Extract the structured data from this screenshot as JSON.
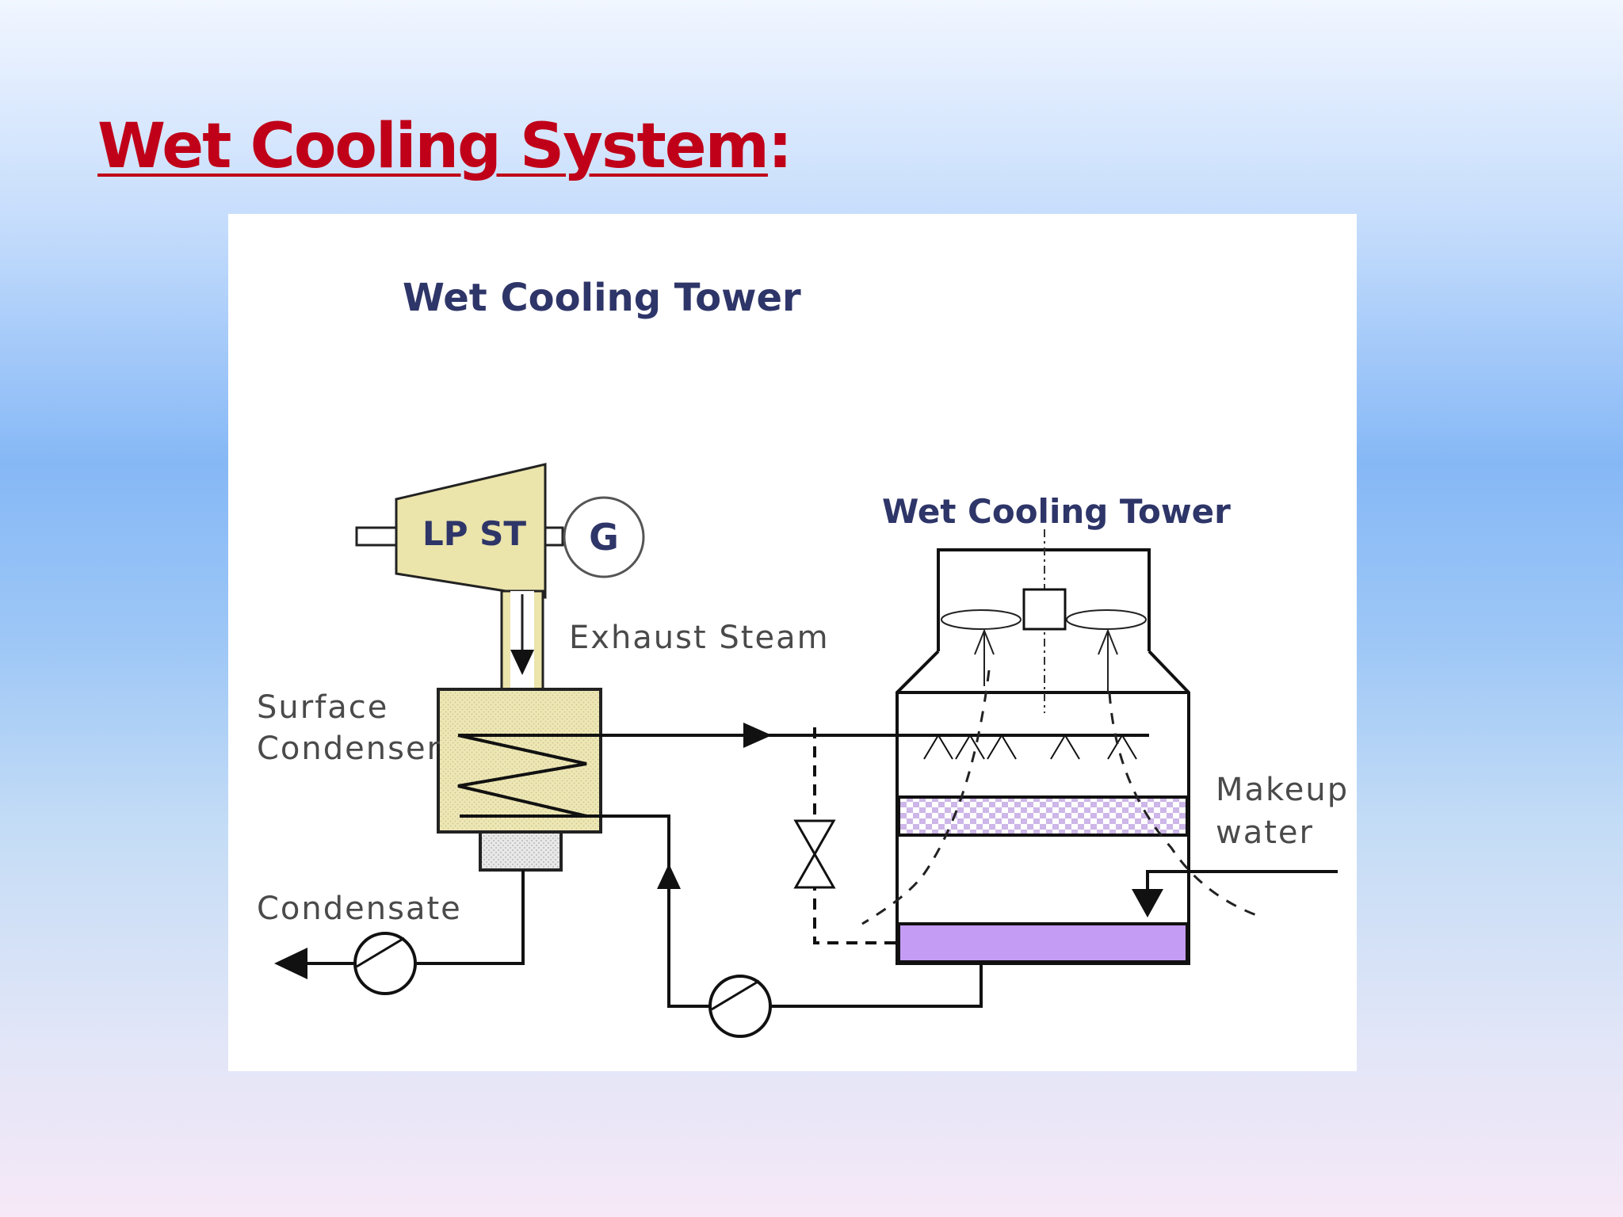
{
  "slide": {
    "title_main": "Wet Cooling System",
    "title_suffix": ":"
  },
  "diagram": {
    "heading": "Wet Cooling Tower",
    "tower_label": "Wet Cooling Tower",
    "turbine_label": "LP ST",
    "generator_label": "G",
    "exhaust_label": "Exhaust Steam",
    "condenser_label_line1": "Surface",
    "condenser_label_line2": "Condenser",
    "condensate_label": "Condensate",
    "makeup_label_line1": "Makeup",
    "makeup_label_line2": "water",
    "colors": {
      "turbine_fill": "#ebe4ab",
      "condenser_fill": "#ece6b4",
      "basin_fill": "#c49cf4",
      "fill_pack": "#cdb6e8",
      "title_red": "#c00018",
      "label_navy": "#2e3568"
    }
  }
}
